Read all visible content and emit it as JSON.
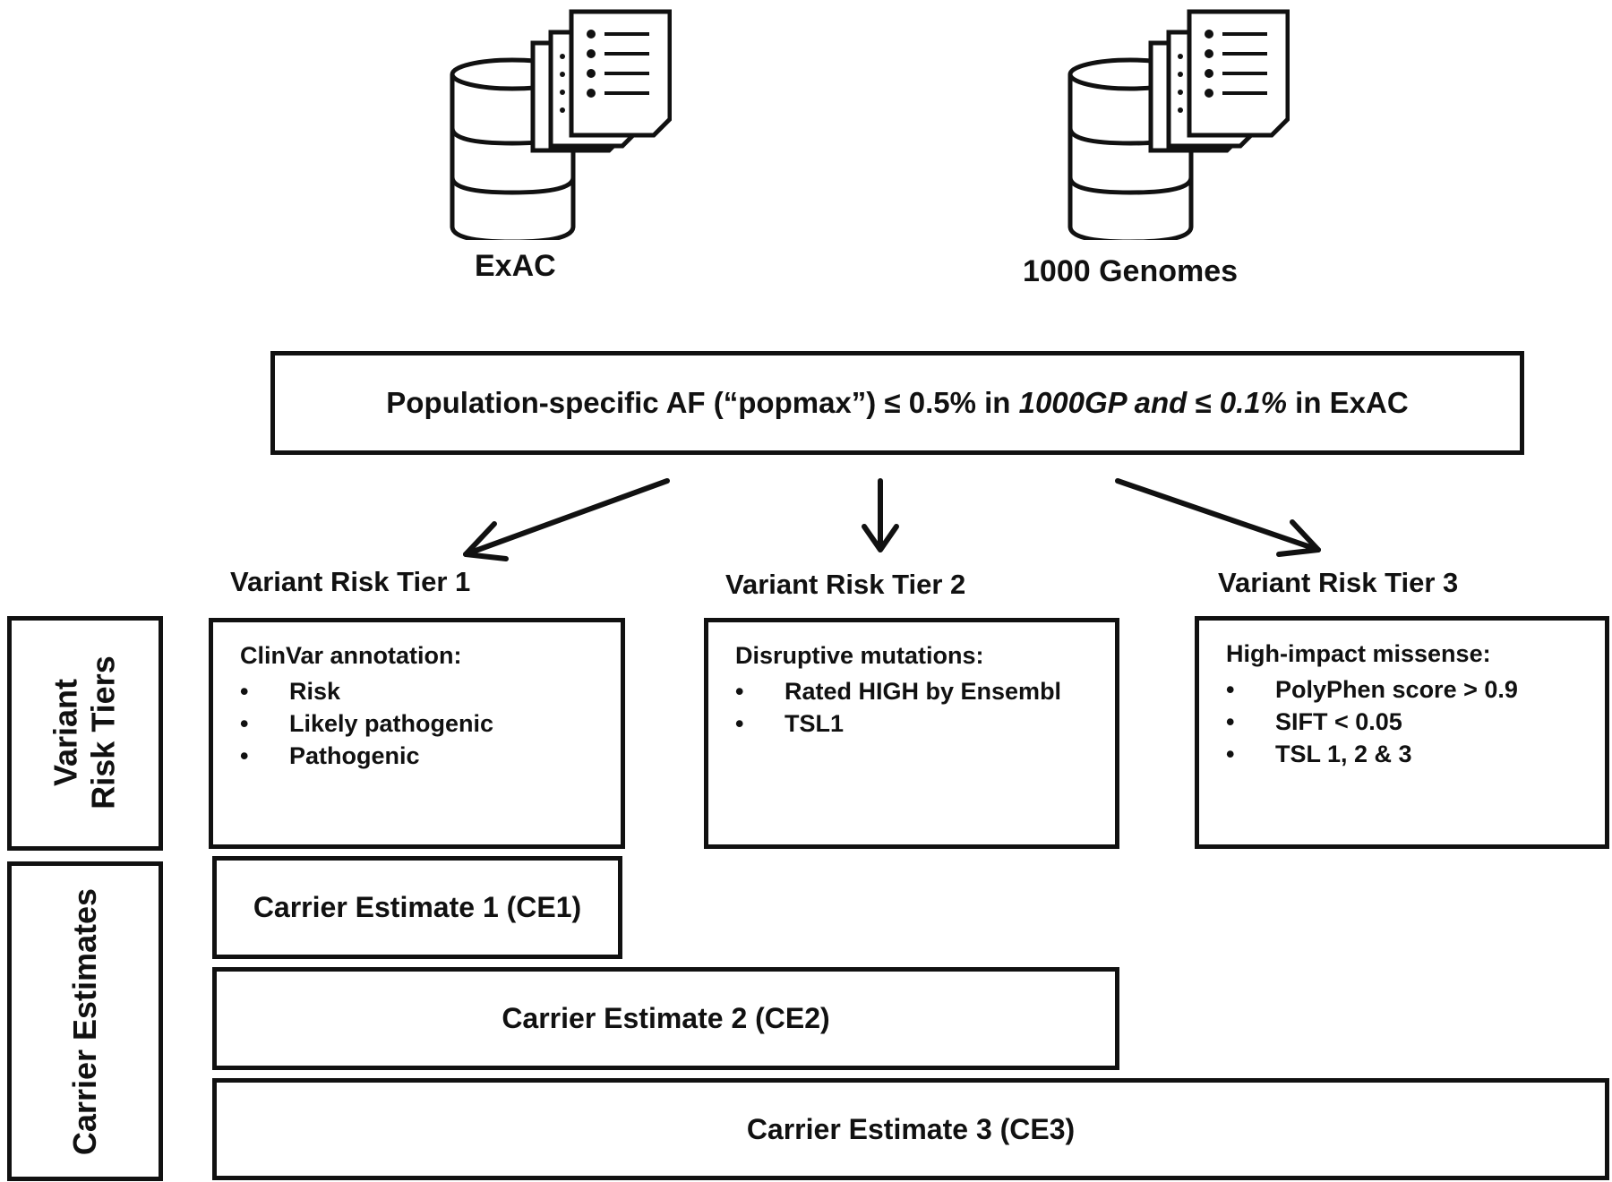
{
  "databases": [
    {
      "label": "ExAC",
      "icon": "database-icon"
    },
    {
      "label": "1000 Genomes",
      "icon": "database-icon"
    }
  ],
  "filter": {
    "part1": "Population-specific AF (“popmax”) ≤ 0.5% in ",
    "part2_italic": "1000GP and",
    "part3": " ≤ ",
    "part4_italic": "0.1%",
    "part5": " in ExAC"
  },
  "tiers": [
    {
      "title": "Variant Risk Tier 1",
      "heading": "ClinVar  annotation:",
      "items": [
        "Risk",
        "Likely pathogenic",
        "Pathogenic"
      ]
    },
    {
      "title": "Variant Risk Tier 2",
      "heading": "Disruptive mutations:",
      "items": [
        "Rated HIGH by Ensembl",
        "TSL1"
      ]
    },
    {
      "title": "Variant Risk Tier 3",
      "heading": "High-impact missense:",
      "items": [
        "PolyPhen score > 0.9",
        "SIFT < 0.05",
        "TSL 1, 2 & 3"
      ]
    }
  ],
  "side_labels": {
    "tiers_line1": "Variant",
    "tiers_line2": "Risk Tiers",
    "estimates": "Carrier Estimates"
  },
  "carrier_estimates": [
    "Carrier Estimate 1 (CE1)",
    "Carrier Estimate 2 (CE2)",
    "Carrier Estimate 3 (CE3)"
  ],
  "bullet": "•"
}
